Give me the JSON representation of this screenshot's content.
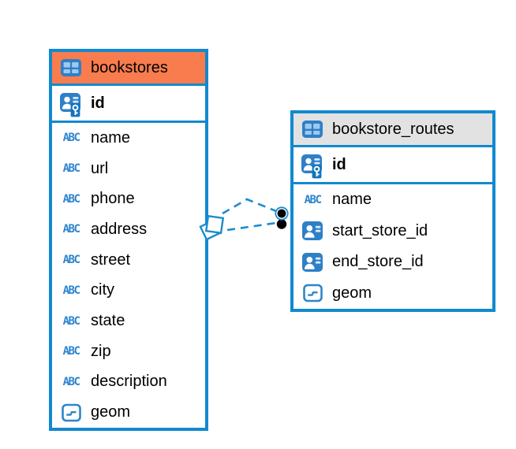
{
  "diagram": {
    "kind": "entity-relationship",
    "background": "#ffffff",
    "colors": {
      "table_border": "#1289cf",
      "selected_header_bg": "#f87c4e",
      "unselected_header_bg": "#e2e2e2",
      "icon_blue": "#2e80c6",
      "icon_cell_blue": "#9ec9ef",
      "relationship_line": "#1d8bce",
      "text": "#000000"
    },
    "tables": [
      {
        "name": "bookstores",
        "header_icon": "table-icon",
        "header_state": "selected",
        "key_columns": [
          {
            "name": "id",
            "icon": "primary-key-icon"
          }
        ],
        "columns": [
          {
            "name": "name",
            "icon": "text-type-icon"
          },
          {
            "name": "url",
            "icon": "text-type-icon"
          },
          {
            "name": "phone",
            "icon": "text-type-icon"
          },
          {
            "name": "address",
            "icon": "text-type-icon"
          },
          {
            "name": "street",
            "icon": "text-type-icon"
          },
          {
            "name": "city",
            "icon": "text-type-icon"
          },
          {
            "name": "state",
            "icon": "text-type-icon"
          },
          {
            "name": "zip",
            "icon": "text-type-icon"
          },
          {
            "name": "description",
            "icon": "text-type-icon"
          },
          {
            "name": "geom",
            "icon": "geometry-type-icon"
          }
        ]
      },
      {
        "name": "bookstore_routes",
        "header_icon": "table-icon",
        "header_state": "default",
        "key_columns": [
          {
            "name": "id",
            "icon": "primary-key-icon"
          }
        ],
        "columns": [
          {
            "name": "name",
            "icon": "text-type-icon"
          },
          {
            "name": "start_store_id",
            "icon": "foreign-key-icon"
          },
          {
            "name": "end_store_id",
            "icon": "foreign-key-icon"
          },
          {
            "name": "geom",
            "icon": "geometry-type-icon"
          }
        ]
      }
    ],
    "relationships": [
      {
        "from_table": "bookstore_routes",
        "to_table": "bookstores",
        "line_style": "dashed",
        "count": 2
      }
    ]
  },
  "abc_glyph": "ABC"
}
